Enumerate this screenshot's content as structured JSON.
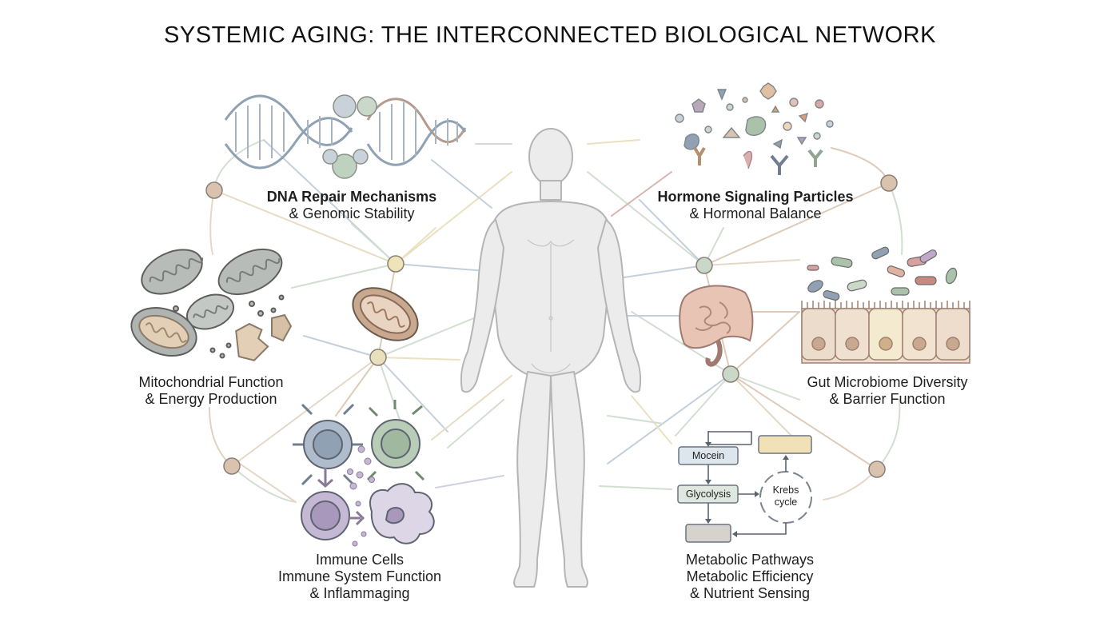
{
  "title": "SYSTEMIC AGING: THE INTERCONNECTED BIOLOGICAL NETWORK",
  "sections": {
    "dna": {
      "line1": "DNA Repair Mechanisms",
      "line2": "& Genomic Stability"
    },
    "hormone": {
      "line1": "Hormone Signaling Particles",
      "line2": "& Hormonal Balance"
    },
    "mito": {
      "line1": "Mitochondrial Function",
      "line2": "& Energy Production"
    },
    "gut": {
      "line1": "Gut Microbiome Diversity",
      "line2": "& Barrier Function"
    },
    "immune": {
      "line1": "Immune Cells",
      "line2": "Immune System Function",
      "line3": "& Inflammaging"
    },
    "metabolic": {
      "line1": "Metabolic Pathways",
      "line2": "Metabolic Efficiency",
      "line3": "& Nutrient Sensing"
    }
  },
  "metabolic_diagram": {
    "mocein": "Mocein",
    "glycolysis": "Glycolysis",
    "krebs_line1": "Krebs",
    "krebs_line2": "cycle"
  },
  "colors": {
    "node_tan": "#d9c3ae",
    "node_green": "#c9d8c9",
    "node_yellow": "#efe3b8",
    "line_blue": "#b8c8d6",
    "line_tan": "#d7c4a8",
    "body_fill": "#ececec",
    "body_stroke": "#b5b5b5"
  }
}
